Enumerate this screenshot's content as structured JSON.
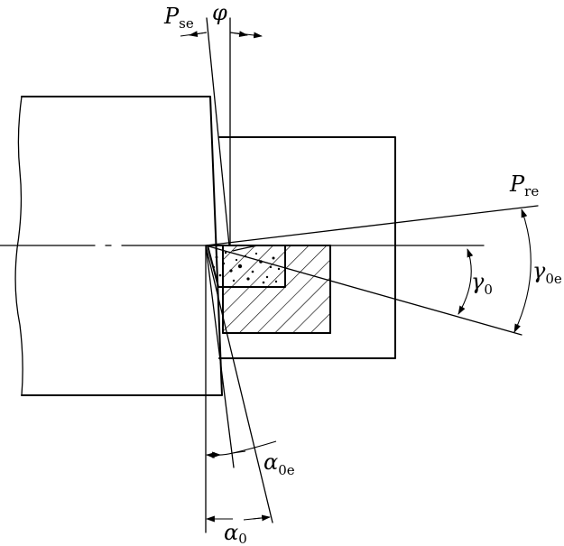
{
  "diagram": {
    "labels": {
      "p_se_main": "P",
      "p_se_sub": "se",
      "phi": "φ",
      "p_re_main": "P",
      "p_re_sub": "re",
      "gamma0_main": "γ",
      "gamma0_sub": "0",
      "gamma0e_main": "γ",
      "gamma0e_sub": "0e",
      "alpha0e_main": "α",
      "alpha0e_sub": "0e",
      "alpha0_main": "α",
      "alpha0_sub": "0"
    }
  }
}
